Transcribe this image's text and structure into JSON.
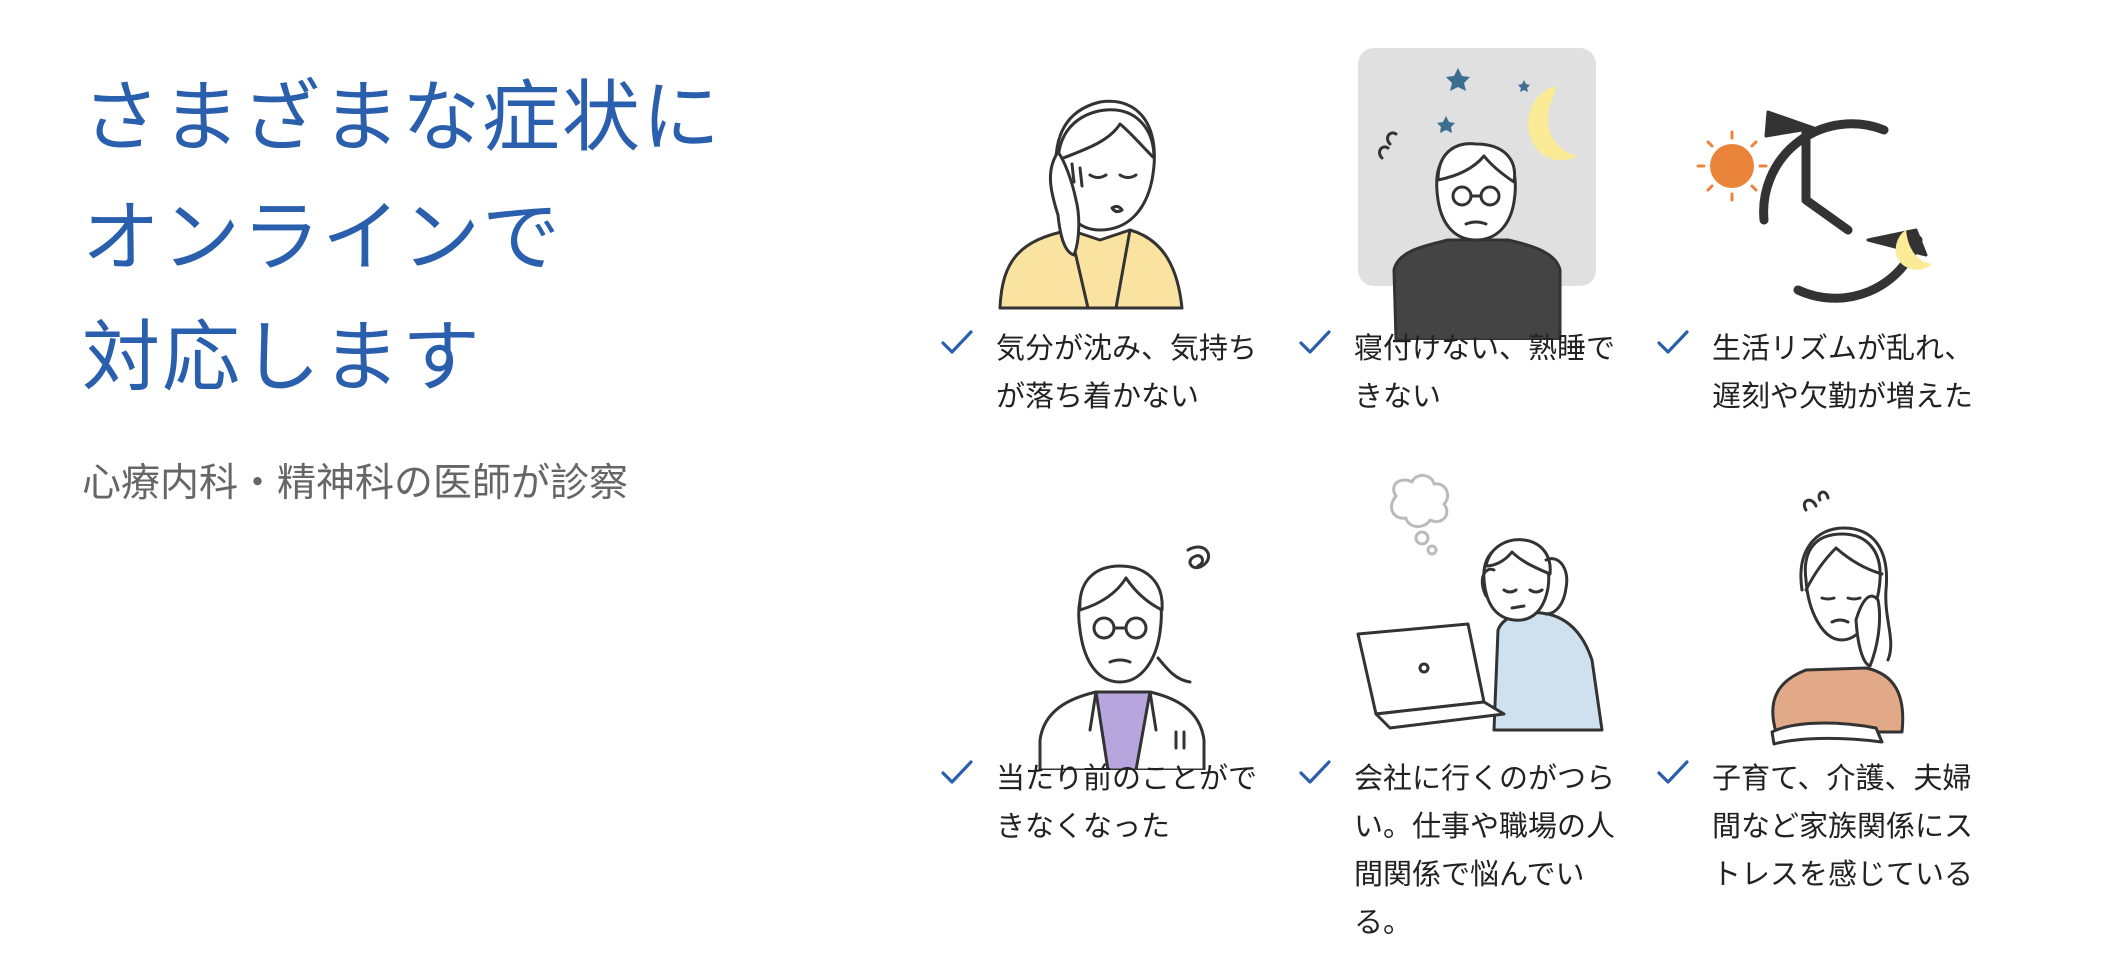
{
  "hero": {
    "title_lines": [
      "さまざまな症状に",
      "オンラインで",
      "対応します"
    ],
    "subtitle": "心療内科・精神科の医師が診察"
  },
  "colors": {
    "accent_blue": "#2a5fad",
    "subtitle_gray": "#666666",
    "yellow": "#fae3a0",
    "lavender": "#b6a6dd",
    "light_blue": "#cfe1ee",
    "peach": "#e2a988",
    "orange_sun": "#e9843a",
    "moon_yellow": "#fbeb96",
    "night_bg": "#e0e0e0"
  },
  "symptoms": [
    {
      "icon": "tired-person-holding-cheek-icon",
      "text": "気分が沈み、気持ちが落ち着かない"
    },
    {
      "icon": "sleepless-person-night-icon",
      "text": "寝付けない、熟睡できない"
    },
    {
      "icon": "day-night-clock-icon",
      "text": "生活リズムが乱れ、遅刻や欠勤が増えた"
    },
    {
      "icon": "confused-woman-with-glasses-icon",
      "text": "当たり前のことができなくなった"
    },
    {
      "icon": "stressed-worker-at-laptop-icon",
      "text": "会社に行くのがつらい。仕事や職場の人間関係で悩んでいる。"
    },
    {
      "icon": "worried-woman-arms-folded-icon",
      "text": "子育て、介護、夫婦間など家族関係にストレスを感じている"
    }
  ]
}
